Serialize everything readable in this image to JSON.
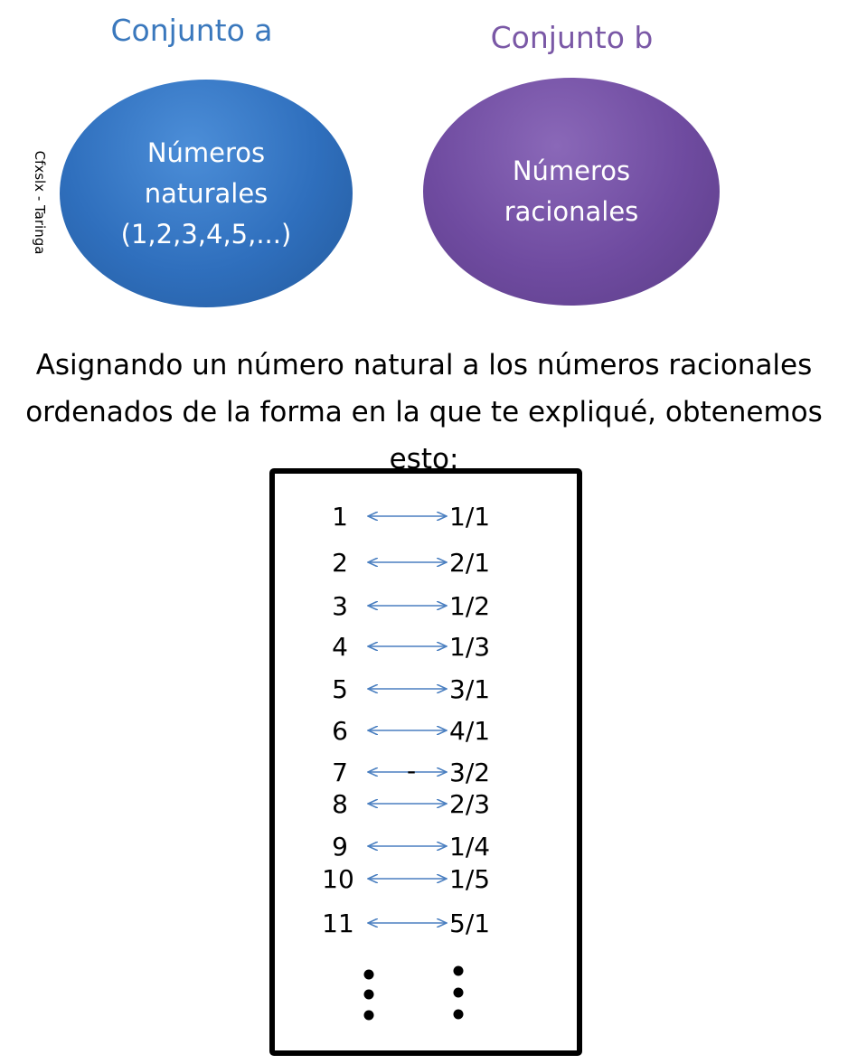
{
  "set_a": {
    "title": "Conjunto a",
    "label_line1": "Números",
    "label_line2": "naturales",
    "label_line3": "(1,2,3,4,5,...)",
    "color": "#3a7cc8",
    "title_color": "#3a78bd"
  },
  "set_b": {
    "title": "Conjunto b",
    "label_line1": "Números",
    "label_line2": "racionales",
    "color": "#7553a6",
    "title_color": "#7a58a6"
  },
  "watermark": "Cfxslx - Taringa",
  "caption": {
    "line1": "Asignando un número natural a los números racionales",
    "line2": "ordenados de la forma en la que te expliqué, obtenemos",
    "line3": "esto:"
  },
  "arrow_color": "#4a7fc0",
  "mapping": [
    {
      "natural": "1",
      "rational": "1/1"
    },
    {
      "natural": "2",
      "rational": "2/1"
    },
    {
      "natural": "3",
      "rational": "1/2"
    },
    {
      "natural": "4",
      "rational": "1/3"
    },
    {
      "natural": "5",
      "rational": "3/1"
    },
    {
      "natural": "6",
      "rational": "4/1"
    },
    {
      "natural": "7",
      "rational": "3/2",
      "extra_mark": "-"
    },
    {
      "natural": "8",
      "rational": "2/3"
    },
    {
      "natural": "9",
      "rational": "1/4"
    },
    {
      "natural": "10",
      "rational": "1/5"
    },
    {
      "natural": "11",
      "rational": "5/1"
    }
  ]
}
